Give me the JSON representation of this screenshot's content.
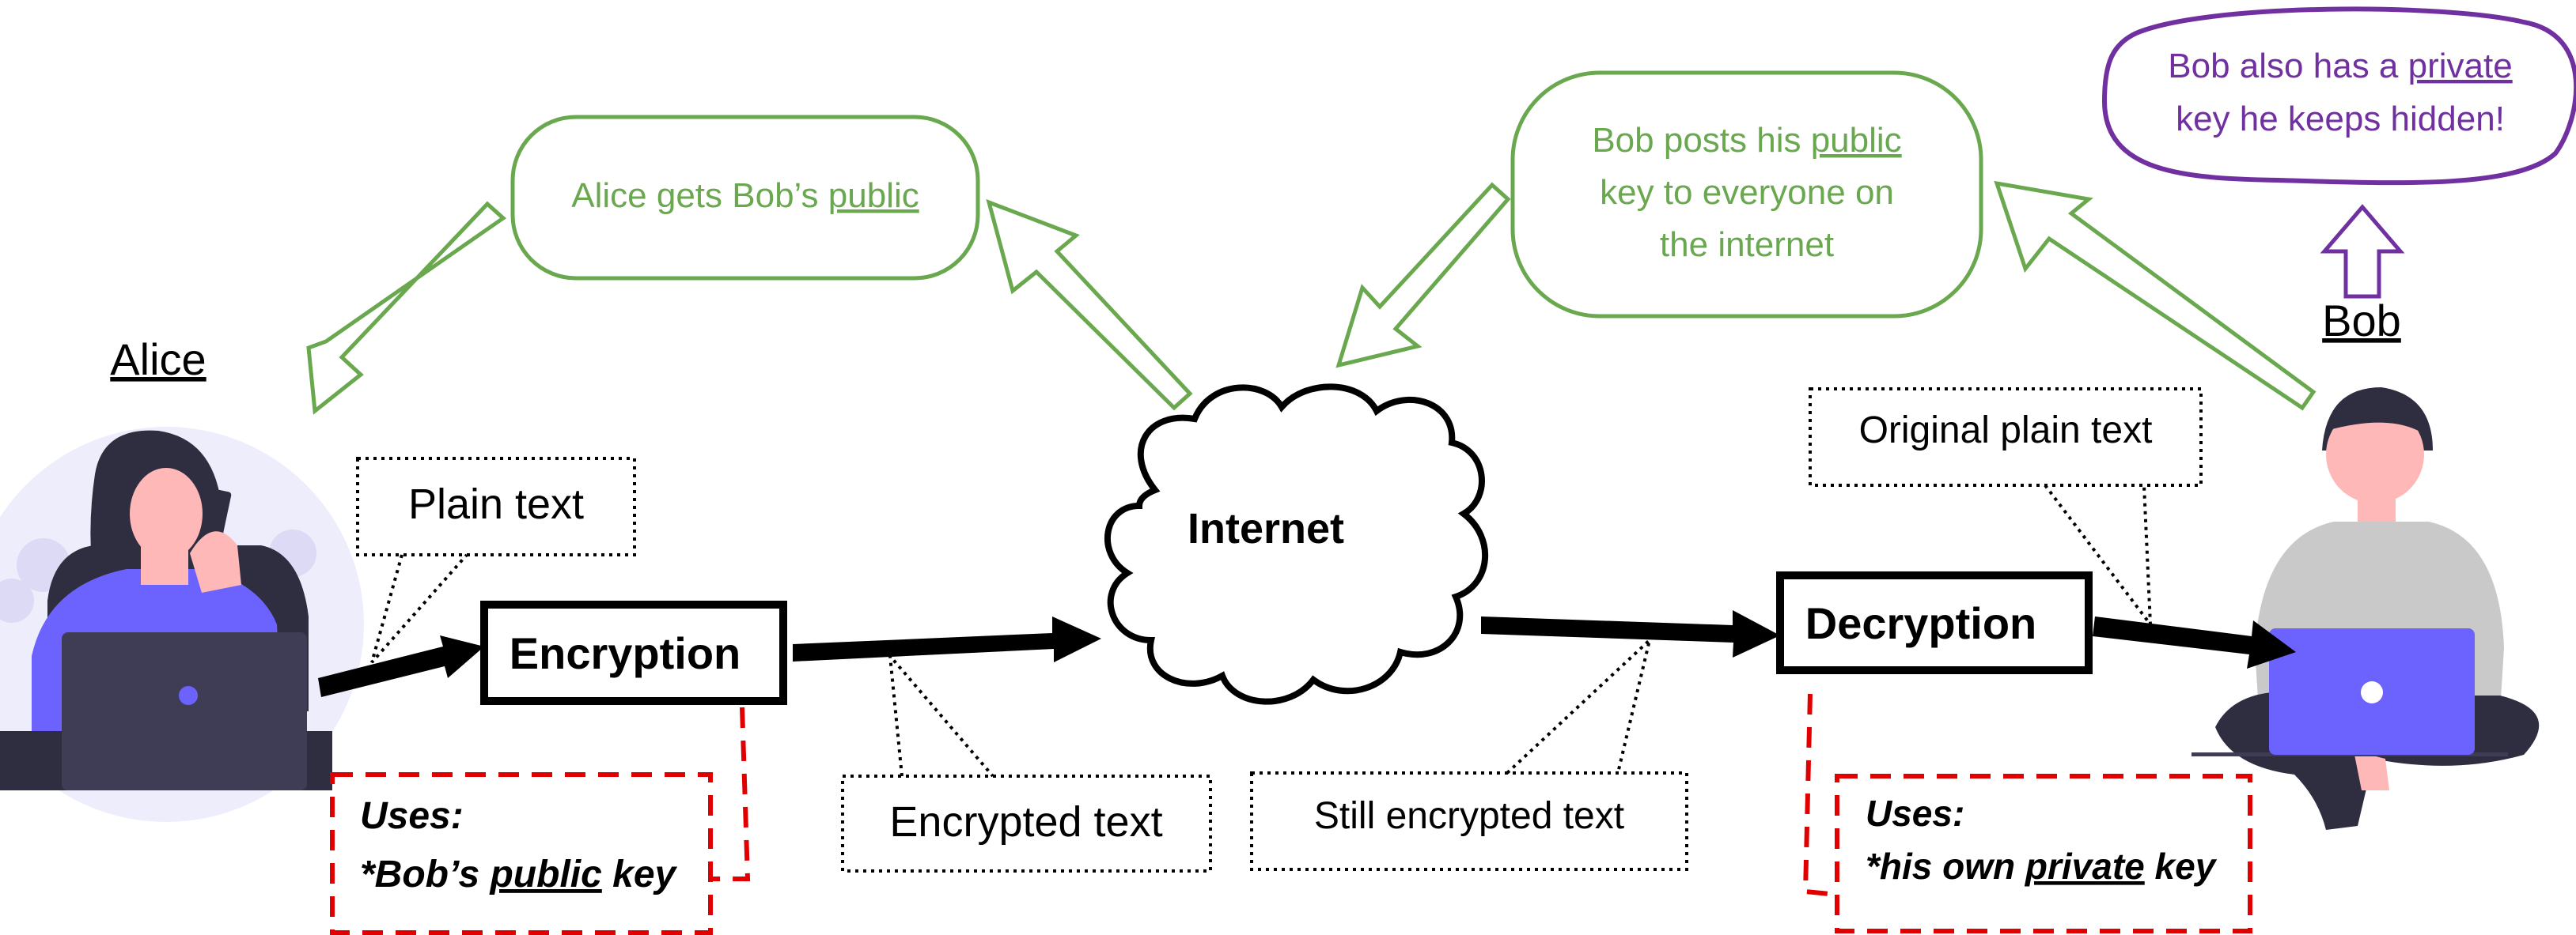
{
  "labels": {
    "alice": "Alice",
    "bob": "Bob",
    "internet": "Internet",
    "encryption": "Encryption",
    "decryption": "Decryption"
  },
  "callouts": {
    "plain_text": "Plain text",
    "encrypted_text": "Encrypted text",
    "still_encrypted_text": "Still encrypted text",
    "original_plain_text": "Original plain text"
  },
  "alice_gets": {
    "prefix": "Alice gets Bob’s ",
    "underlined": "public"
  },
  "bob_posts": {
    "line1_prefix": "Bob posts his ",
    "line1_underlined": "public",
    "line2": "key to everyone on",
    "line3": "the internet"
  },
  "bob_private": {
    "line1_prefix": "Bob also has a ",
    "line1_underlined": "private",
    "line2": "key he keeps hidden!"
  },
  "uses_alice": {
    "title": "Uses:",
    "prefix": "*Bob’s ",
    "underlined": "public",
    "suffix": " key"
  },
  "uses_bob": {
    "title": "Uses:",
    "prefix": "*his own ",
    "underlined": "private",
    "suffix": " key"
  },
  "colors": {
    "green": "#6aa84f",
    "purple": "#7030a0",
    "red": "#e00000",
    "laptop": "#6c63ff",
    "skin": "#ffb8b8",
    "dark": "#2f2e41"
  },
  "icons": [
    "alice-person-illustration",
    "bob-person-illustration",
    "cloud-icon",
    "laptop-icon"
  ]
}
